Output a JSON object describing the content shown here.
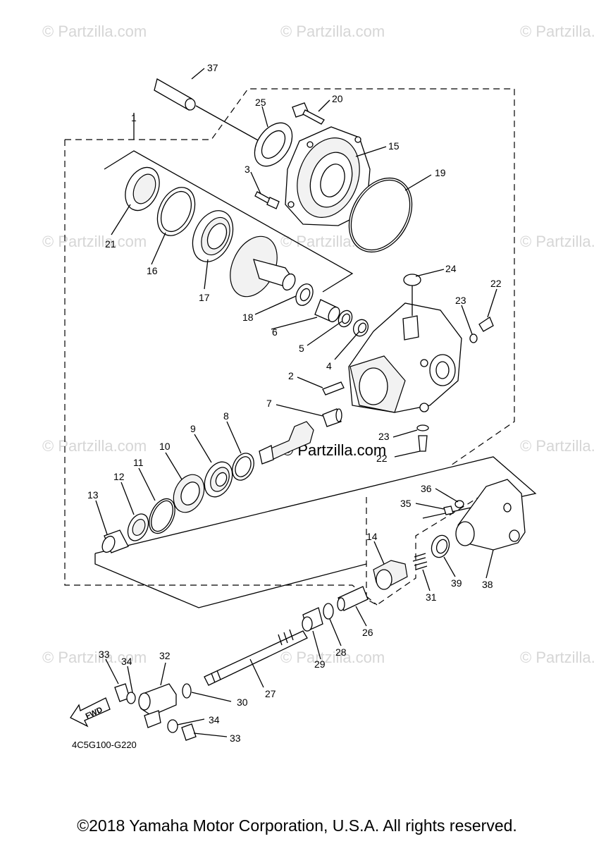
{
  "diagram": {
    "code": "4C5G100-G220",
    "fwd_label": "FWD",
    "watermark": "© Partzilla.com",
    "callouts": [
      "37",
      "20",
      "25",
      "1",
      "15",
      "3",
      "19",
      "21",
      "16",
      "17",
      "24",
      "22",
      "23",
      "18",
      "6",
      "5",
      "4",
      "2",
      "7",
      "8",
      "9",
      "10",
      "11",
      "12",
      "13",
      "36",
      "35",
      "14",
      "31",
      "39",
      "38",
      "26",
      "28",
      "29",
      "27",
      "32",
      "33",
      "34",
      "30"
    ],
    "part_labels": {
      "p37": "37",
      "p20": "20",
      "p25": "25",
      "p1": "1",
      "p15": "15",
      "p3": "3",
      "p19": "19",
      "p21": "21",
      "p16": "16",
      "p17": "17",
      "p24": "24",
      "p22a": "22",
      "p23a": "23",
      "p18": "18",
      "p6": "6",
      "p5": "5",
      "p4": "4",
      "p2": "2",
      "p7": "7",
      "p8": "8",
      "p9": "9",
      "p10": "10",
      "p11": "11",
      "p12": "12",
      "p13": "13",
      "p23b": "23",
      "p22b": "22",
      "p36": "36",
      "p35": "35",
      "p14": "14",
      "p31": "31",
      "p39": "39",
      "p38": "38",
      "p26": "26",
      "p28": "28",
      "p29": "29",
      "p27": "27",
      "p33a": "33",
      "p34a": "34",
      "p32": "32",
      "p30": "30",
      "p34b": "34",
      "p33b": "33"
    }
  },
  "footer": {
    "copyright": "©2018 Yamaha Motor Corporation, U.S.A. All rights reserved."
  }
}
